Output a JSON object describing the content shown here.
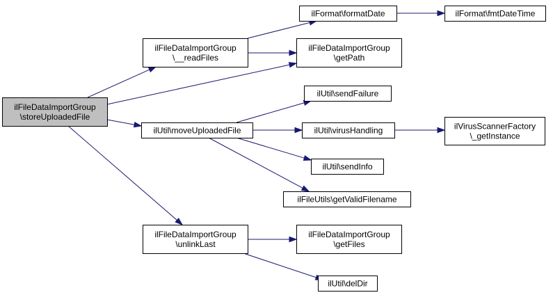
{
  "diagram": {
    "type": "call-graph",
    "edge_color": "#191970",
    "root_fill": "#bfbfbf",
    "nodes": [
      {
        "id": "root",
        "lines": [
          "ilFileDataImportGroup",
          "\\storeUploadedFile"
        ],
        "highlighted": true
      },
      {
        "id": "readFiles",
        "lines": [
          "ilFileDataImportGroup",
          "\\__readFiles"
        ]
      },
      {
        "id": "formatDate",
        "lines": [
          "ilFormat\\formatDate"
        ]
      },
      {
        "id": "fmtDateTime",
        "lines": [
          "ilFormat\\fmtDateTime"
        ]
      },
      {
        "id": "getPath",
        "lines": [
          "ilFileDataImportGroup",
          "\\getPath"
        ]
      },
      {
        "id": "sendFailure",
        "lines": [
          "ilUtil\\sendFailure"
        ]
      },
      {
        "id": "moveUploadedFile",
        "lines": [
          "ilUtil\\moveUploadedFile"
        ]
      },
      {
        "id": "virusHandling",
        "lines": [
          "ilUtil\\virusHandling"
        ]
      },
      {
        "id": "getInstance",
        "lines": [
          "ilVirusScannerFactory",
          "\\_getInstance"
        ]
      },
      {
        "id": "sendInfo",
        "lines": [
          "ilUtil\\sendInfo"
        ]
      },
      {
        "id": "getValidFilename",
        "lines": [
          "ilFileUtils\\getValidFilename"
        ]
      },
      {
        "id": "unlinkLast",
        "lines": [
          "ilFileDataImportGroup",
          "\\unlinkLast"
        ]
      },
      {
        "id": "getFiles",
        "lines": [
          "ilFileDataImportGroup",
          "\\getFiles"
        ]
      },
      {
        "id": "delDir",
        "lines": [
          "ilUtil\\delDir"
        ]
      }
    ],
    "edges": [
      {
        "from": "root",
        "to": "readFiles"
      },
      {
        "from": "root",
        "to": "getPath"
      },
      {
        "from": "root",
        "to": "moveUploadedFile"
      },
      {
        "from": "root",
        "to": "unlinkLast"
      },
      {
        "from": "readFiles",
        "to": "formatDate"
      },
      {
        "from": "readFiles",
        "to": "getPath"
      },
      {
        "from": "formatDate",
        "to": "fmtDateTime"
      },
      {
        "from": "moveUploadedFile",
        "to": "sendFailure"
      },
      {
        "from": "moveUploadedFile",
        "to": "virusHandling"
      },
      {
        "from": "moveUploadedFile",
        "to": "sendInfo"
      },
      {
        "from": "moveUploadedFile",
        "to": "getValidFilename"
      },
      {
        "from": "virusHandling",
        "to": "getInstance"
      },
      {
        "from": "unlinkLast",
        "to": "getFiles"
      },
      {
        "from": "unlinkLast",
        "to": "delDir"
      }
    ]
  }
}
